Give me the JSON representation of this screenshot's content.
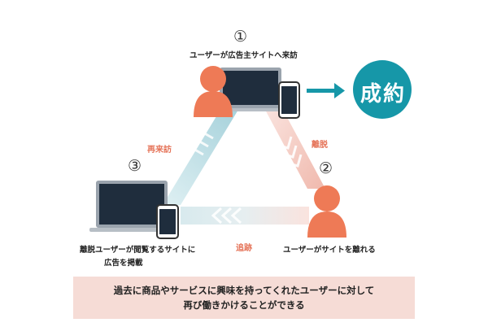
{
  "steps": {
    "one": {
      "number": "①",
      "caption": "ユーザーが広告主サイトへ来訪"
    },
    "two": {
      "number": "②",
      "caption": "ユーザーがサイトを離れる"
    },
    "three": {
      "number": "③",
      "caption_line1": "離脱ユーザーが閲覧するサイトに",
      "caption_line2": "広告を掲載"
    }
  },
  "arrows": {
    "left_label": "再来訪",
    "right_label": "離脱",
    "bottom_label": "追跡"
  },
  "result": {
    "label": "成約"
  },
  "summary": {
    "line1": "過去に商品やサービスに興味を持ってくれたユーザーに対して",
    "line2": "再び働きかけることができる"
  },
  "colors": {
    "person": "#ee7a56",
    "screen": "#1f2d3d",
    "device_frame": "#9aa3ad",
    "teal": "#1697a8",
    "blue_arrow": "#c7e1e6",
    "pink_arrow": "#f2cbc2",
    "summary_bg": "#f6dcd6"
  },
  "icons": [
    "person-icon",
    "laptop-icon",
    "phone-icon",
    "arrow-right-icon",
    "chevron-icon"
  ]
}
